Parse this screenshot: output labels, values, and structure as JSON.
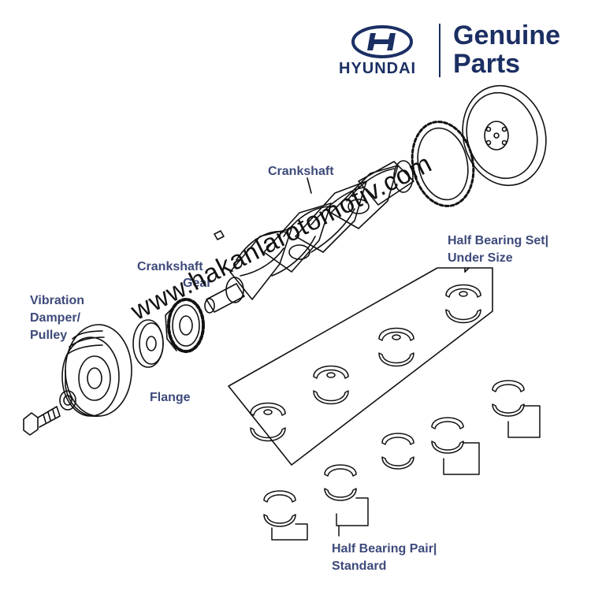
{
  "brand": {
    "maker": "HYUNDAI",
    "line1": "Genuine",
    "line2": "Parts",
    "brand_color": "#1b2f63",
    "label_color": "#3d4a7a"
  },
  "labels": {
    "crankshaft": "Crankshaft",
    "crankshaft_gear_1": "Crankshaft",
    "crankshaft_gear_2": "Gear",
    "vibration_1": "Vibration",
    "vibration_2": "Damper/",
    "vibration_3": "Pulley",
    "flange": "Flange",
    "half_set_1": "Half Bearing Set|",
    "half_set_2": "Under Size",
    "half_pair_1": "Half Bearing Pair|",
    "half_pair_2": "Standard"
  },
  "watermark": "www.hakanlarotomotiv.com"
}
